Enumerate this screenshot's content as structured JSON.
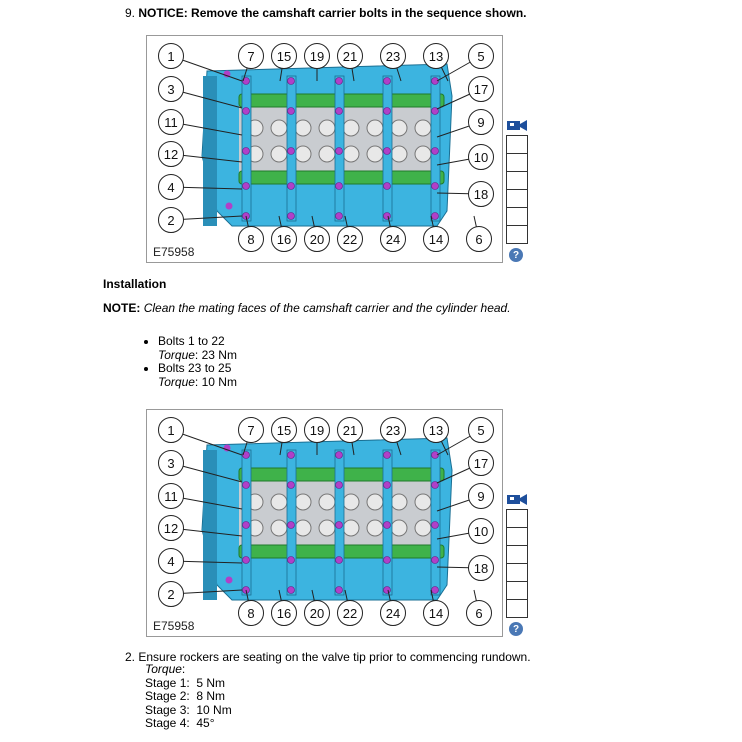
{
  "step9": {
    "number": "9.",
    "notice_label": "NOTICE:",
    "notice_text": "Remove the camshaft carrier bolts in the sequence shown."
  },
  "figure": {
    "label": "E75958",
    "callouts_top": [
      "7",
      "15",
      "19",
      "21",
      "23",
      "13"
    ],
    "callouts_bottom": [
      "8",
      "16",
      "20",
      "22",
      "24",
      "14",
      "6"
    ],
    "callouts_left": [
      "1",
      "3",
      "11",
      "12",
      "4",
      "2"
    ],
    "callouts_right": [
      "5",
      "17",
      "9",
      "10",
      "18"
    ]
  },
  "installation": {
    "heading": "Installation",
    "note_label": "NOTE:",
    "note_text": "Clean the mating faces of the camshaft carrier and the cylinder head."
  },
  "bolts": [
    {
      "label": "Bolts 1 to 22",
      "torque_label": "Torque",
      "torque_value": ": 23 Nm"
    },
    {
      "label": "Bolts 23 to 25",
      "torque_label": "Torque",
      "torque_value": ": 10 Nm"
    }
  ],
  "step2": {
    "number": "2.",
    "text": "Ensure rockers are seating on the valve tip prior to commencing rundown.",
    "torque_label": "Torque",
    "stages": [
      {
        "label": "Stage 1:",
        "value": "5 Nm"
      },
      {
        "label": "Stage 2:",
        "value": "8 Nm"
      },
      {
        "label": "Stage 3:",
        "value": "10 Nm"
      },
      {
        "label": "Stage 4:",
        "value": "45°"
      }
    ]
  },
  "help_glyph": "?",
  "colors": {
    "carrier": "#3cb4e0",
    "camshaft": "#3fb24a",
    "bolt": "#b040c8",
    "help": "#4a78b5"
  }
}
